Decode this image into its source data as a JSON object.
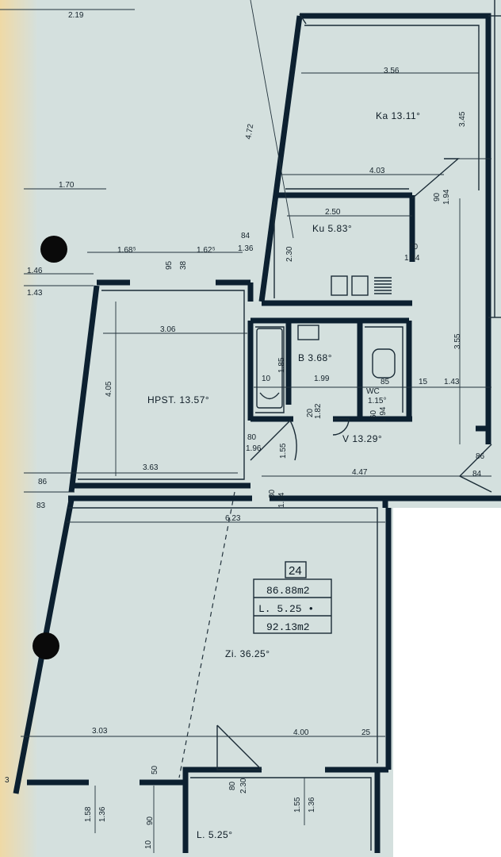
{
  "colors": {
    "paper": "#d4e0de",
    "aged_paper": "#efd9a6",
    "ink": "#0c2030",
    "white_area": "#ffffff"
  },
  "unit": {
    "number": "24",
    "area_1": "86.88m2",
    "area_2": "L. 5.25 •",
    "area_3": "92.13m2"
  },
  "rooms": {
    "ka": "Ka 13.11°",
    "ku": "Ku 5.83°",
    "hpst": "HPST. 13.57°",
    "b": "B 3.68°",
    "wc": "WC",
    "wc_area": "1.15°",
    "v": "V 13.29°",
    "zi": "Zi. 36.25°",
    "l": "L. 5.25°"
  },
  "dimensions": {
    "d_219": "2.19",
    "d_356": "3.56",
    "d_345": "3.45",
    "d_472": "4.72",
    "d_170": "1.70",
    "d_403": "4.03",
    "d_250": "2.50",
    "d_84": "84",
    "d_136a": "1.36",
    "d_1685": "1.68⁵",
    "d_1625": "1.62⁵",
    "d_230a": "2.30",
    "d_70": "70",
    "d_194a": "1.94",
    "d_146": "1.46",
    "d_143a": "1.43",
    "d_95": "95",
    "d_38": "38",
    "d_90a": "90",
    "d_194b": "1.94",
    "d_306": "3.06",
    "d_355": "3.55",
    "d_10": "10",
    "d_185": "1.85",
    "d_199": "1.99",
    "d_85": "85",
    "d_15": "15",
    "d_143b": "1.43",
    "d_405": "4.05",
    "d_60": "60",
    "d_194c": "1.94",
    "d_20": "20",
    "d_182": "1.82",
    "d_80a": "80",
    "d_196": "1.96",
    "d_155": "1.55",
    "d_86": "86",
    "d_363": "3.63",
    "d_447": "4.47",
    "d_83": "83",
    "d_80b": "80",
    "d_194d": "1.94",
    "d_623": "6.23",
    "d_303": "3.03",
    "d_400": "4.00",
    "d_25": "25",
    "d_50": "50",
    "d_80c": "80",
    "d_230b": "2.30",
    "d_158": "1.58",
    "d_136b": "1.36",
    "d_155b": "1.55",
    "d_136c": "1.36",
    "d_90b": "90",
    "d_10b": "10",
    "d_3": "3",
    "d_86b": "86",
    "d_84b": "84"
  }
}
